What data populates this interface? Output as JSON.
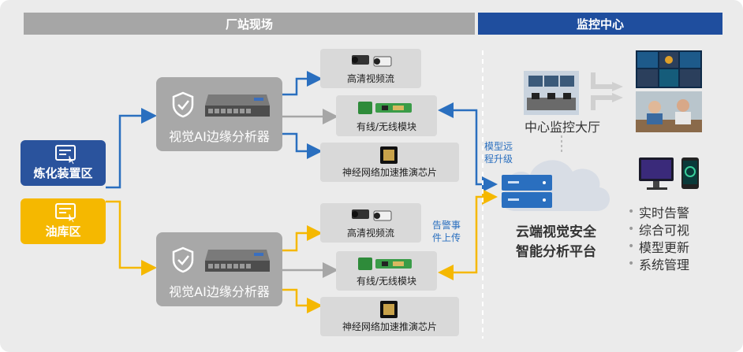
{
  "headers": {
    "site": "厂站现场",
    "center": "监控中心"
  },
  "zones": {
    "refining": "炼化装置区",
    "oil": "油库区"
  },
  "analyzer_label": "视觉AI边缘分析器",
  "devices": {
    "camera": "高清视频流",
    "module": "有线/无线模块",
    "chip": "神经网络加速推演芯片"
  },
  "annotations": {
    "model_upgrade": [
      "模型远",
      "程升级"
    ],
    "alarm_upload": [
      "告警事",
      "件上传"
    ]
  },
  "center": {
    "hall_label": "中心监控大厅",
    "platform_title": [
      "云端视觉安全",
      "智能分析平台"
    ],
    "features": [
      "实时告警",
      "综合可视",
      "模型更新",
      "系统管理"
    ]
  },
  "colors": {
    "blue": "#2a539d",
    "yellow": "#f5b800",
    "arrow_blue": "#2a6fbf",
    "gray": "#a6a6a6"
  }
}
